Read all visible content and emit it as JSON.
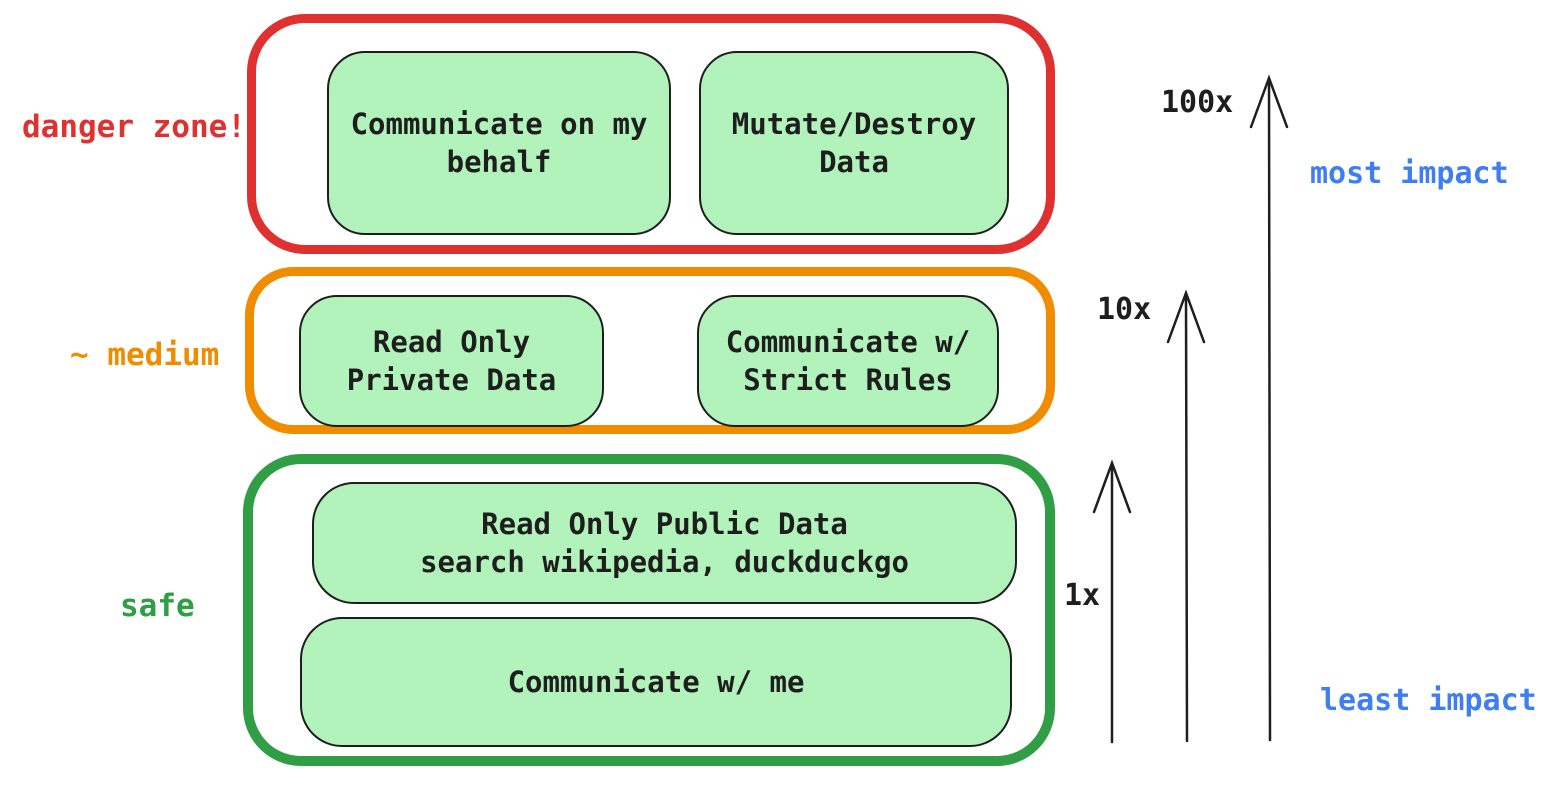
{
  "diagram": {
    "palette": {
      "danger_border": "#e03131",
      "medium_border": "#f08c00",
      "safe_border": "#2f9e44",
      "box_fill": "#b2f2bb",
      "box_stroke": "#1e1e1e",
      "impact_text": "#3e7ef0",
      "ink": "#1e1e1e"
    },
    "zones": [
      {
        "id": "danger",
        "label": "danger zone!",
        "items": [
          {
            "line1": "Communicate on my",
            "line2": "behalf"
          },
          {
            "line1": "Mutate/Destroy",
            "line2": "Data"
          }
        ]
      },
      {
        "id": "medium",
        "label": "~ medium",
        "items": [
          {
            "line1": "Read Only",
            "line2": "Private Data"
          },
          {
            "line1": "Communicate w/",
            "line2": "Strict Rules"
          }
        ]
      },
      {
        "id": "safe",
        "label": "safe",
        "items": [
          {
            "line1": "Read Only Public Data",
            "line2": "search wikipedia, duckduckgo"
          },
          {
            "line1": "Communicate w/ me",
            "line2": ""
          }
        ]
      }
    ],
    "impact_axis": {
      "most_label": "most impact",
      "least_label": "least impact",
      "arrows": [
        {
          "label": "1x"
        },
        {
          "label": "10x"
        },
        {
          "label": "100x"
        }
      ]
    }
  }
}
